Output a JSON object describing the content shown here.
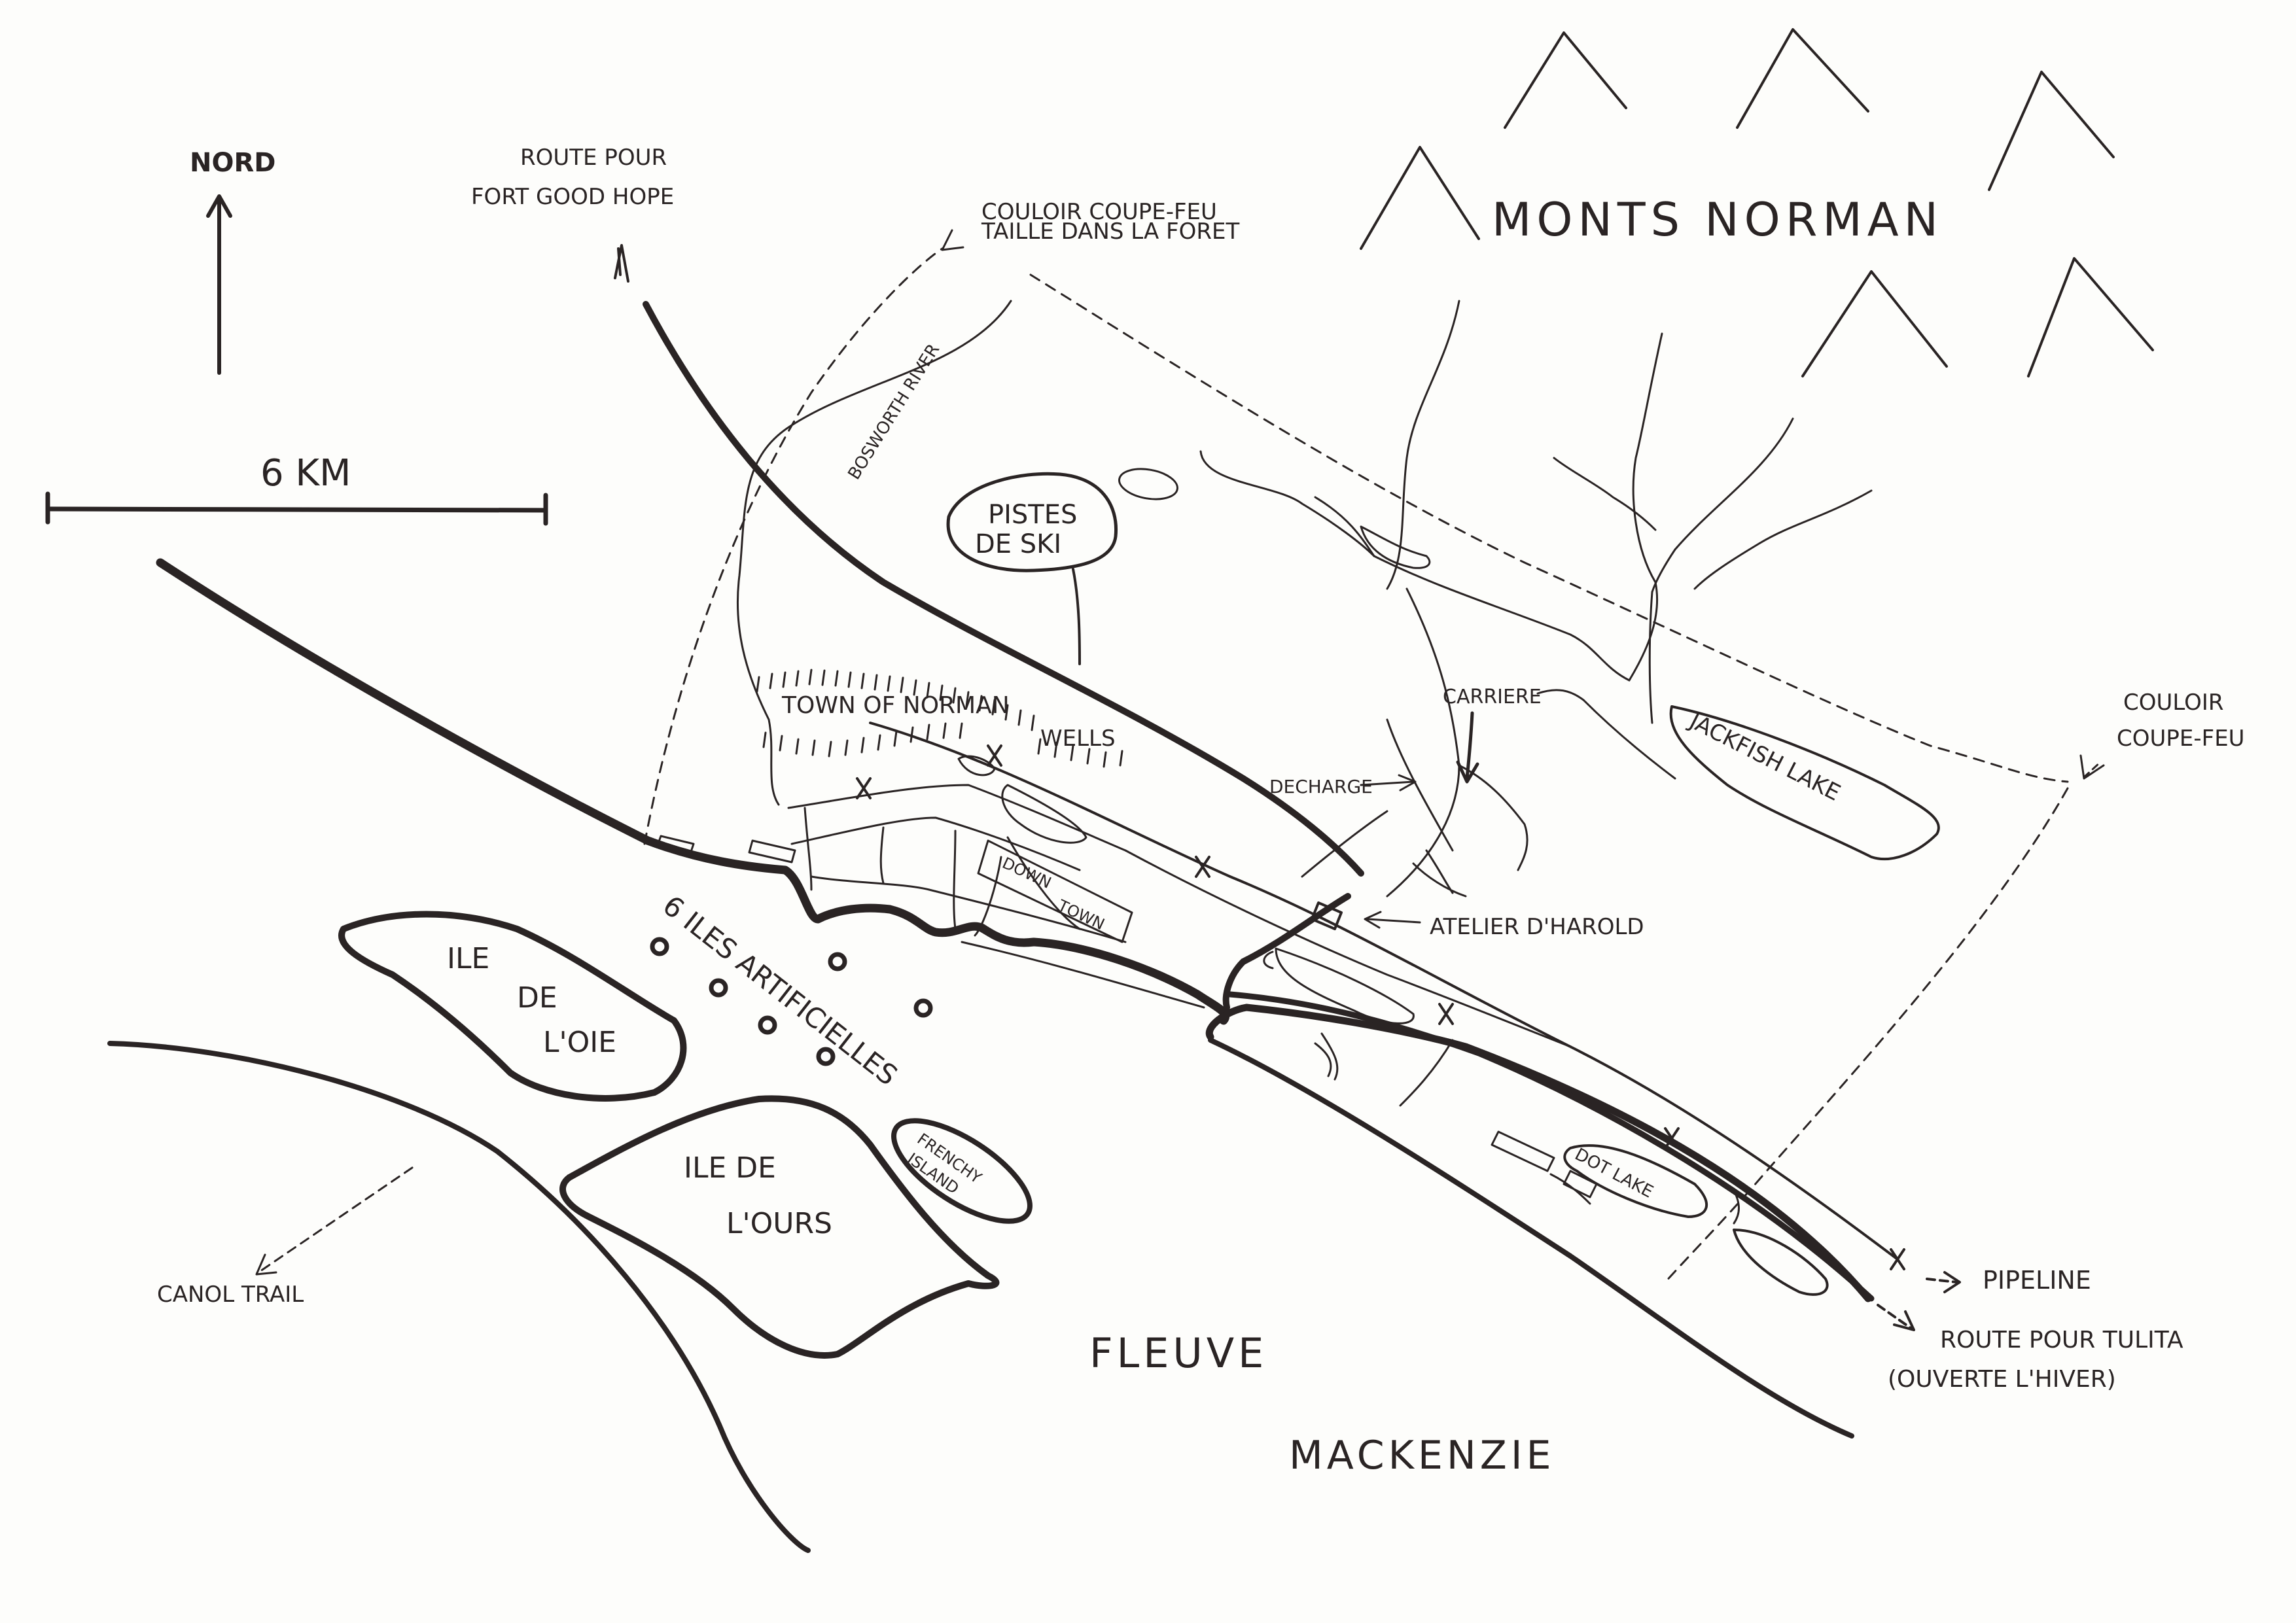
{
  "colors": {
    "ink": "#2a2424",
    "paper": "#fdfdfb"
  },
  "map": {
    "north_label": "NORD",
    "scale_label": "6 KM",
    "mountains_label": "MONTS NORMAN",
    "river_label_1": "FLEUVE",
    "river_label_2": "MACKENZIE",
    "route_good_hope_1": "ROUTE POUR",
    "route_good_hope_2": "FORT GOOD HOPE",
    "firebreak_top_1": "COULOIR COUPE-FEU",
    "firebreak_top_2": "TAILLE DANS LA FORET",
    "firebreak_right_1": "COULOIR",
    "firebreak_right_2": "COUPE-FEU",
    "bosworth_river": "BOSWORTH RIVER",
    "ski_1": "PISTES",
    "ski_2": "DE SKI",
    "town": "TOWN OF NORMAN",
    "town_wells": "WELLS",
    "down": "DOWN",
    "town_small": "TOWN",
    "carriere": "CARRIERE",
    "decharge": "DECHARGE",
    "jackfish": "JACKFISH LAKE",
    "atelier": "ATELIER D'HAROLD",
    "iles_art": "6 ILES ARTIFICIELLES",
    "ile_oie_1": "ILE",
    "ile_oie_2": "DE",
    "ile_oie_3": "L'OIE",
    "ile_ours_1": "ILE DE",
    "ile_ours_2": "L'OURS",
    "frenchy_1": "FRENCHY",
    "frenchy_2": "ISLAND",
    "dot_lake": "DOT LAKE",
    "pipeline": "PIPELINE",
    "tulita_1": "ROUTE POUR TULITA",
    "tulita_2": "(OUVERTE L'HIVER)",
    "canol": "CANOL TRAIL"
  }
}
